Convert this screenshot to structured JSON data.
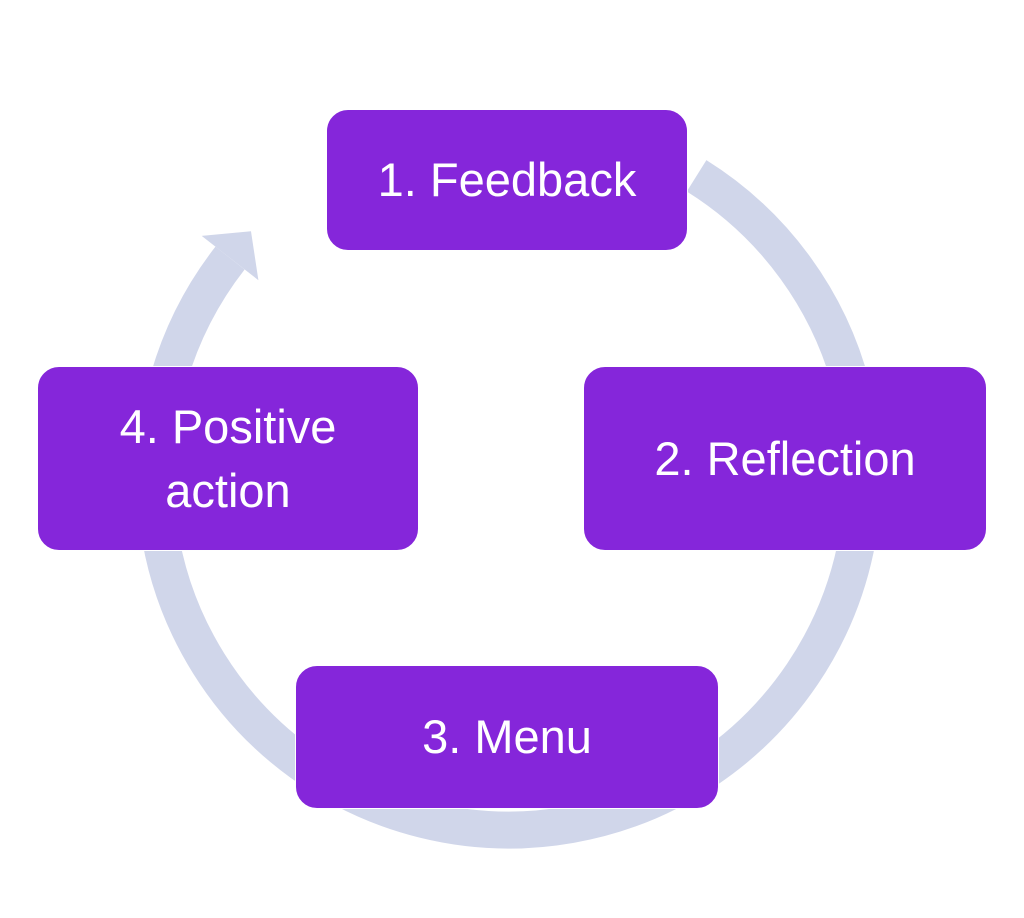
{
  "diagram": {
    "type": "cycle",
    "colors": {
      "box_fill": "#8526DA",
      "box_text": "#FFFFFF",
      "ring": "#D0D6EA",
      "background": "#FFFFFF"
    },
    "steps": [
      {
        "id": 1,
        "label": "1. Feedback"
      },
      {
        "id": 2,
        "label": "2. Reflection"
      },
      {
        "id": 3,
        "label": "3. Menu"
      },
      {
        "id": 4,
        "label": "4. Positive action"
      }
    ],
    "direction": "clockwise",
    "arrow_into": 1
  }
}
